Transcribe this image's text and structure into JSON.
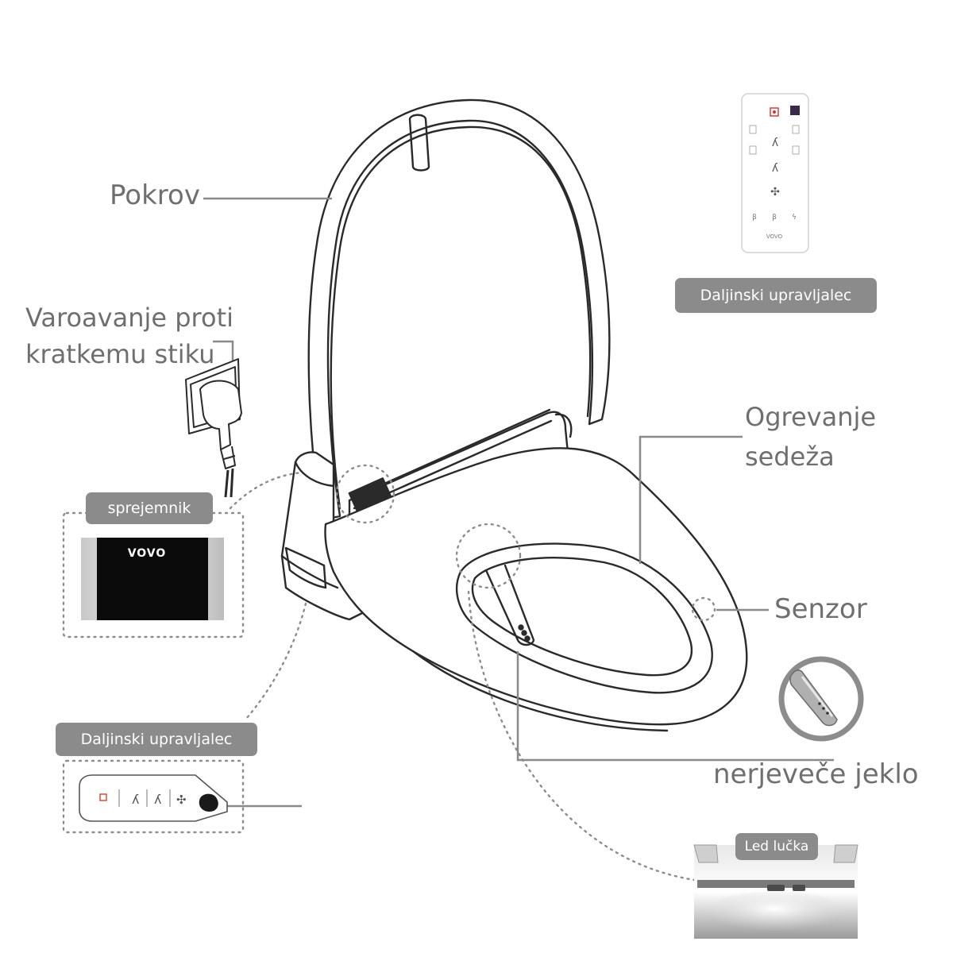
{
  "labels": {
    "lid": "Pokrov",
    "short_circuit_line1": "Varoavanje proti",
    "short_circuit_line2": "kratkemu stiku",
    "seat_heating_line1": "Ogrevanje",
    "seat_heating_line2": "sedeža",
    "sensor": "Senzor",
    "stainless_steel": "nerjeveče jeklo"
  },
  "badges": {
    "remote_top": "Daljinski upravljalec",
    "receiver": "sprejemnik",
    "remote_side": "Daljinski upravljalec",
    "led": "Led lučka"
  },
  "receiver_brand": "VOVO",
  "remote_brand": "VOVO",
  "colors": {
    "label_text": "#6f6f6f",
    "badge_bg": "#8b8b8b",
    "badge_text": "#ffffff",
    "line_art": "#2a2a2a",
    "callout_line": "#8a8a8a",
    "dotted_line": "#8c8c8c",
    "receiver_panel": "#0b0b0b"
  },
  "icons": [
    "plug-icon",
    "remote-control-icon",
    "side-control-panel-icon",
    "nozzle-closeup-icon",
    "led-light-icon",
    "fan-icon",
    "power-icon",
    "spray-icon"
  ]
}
